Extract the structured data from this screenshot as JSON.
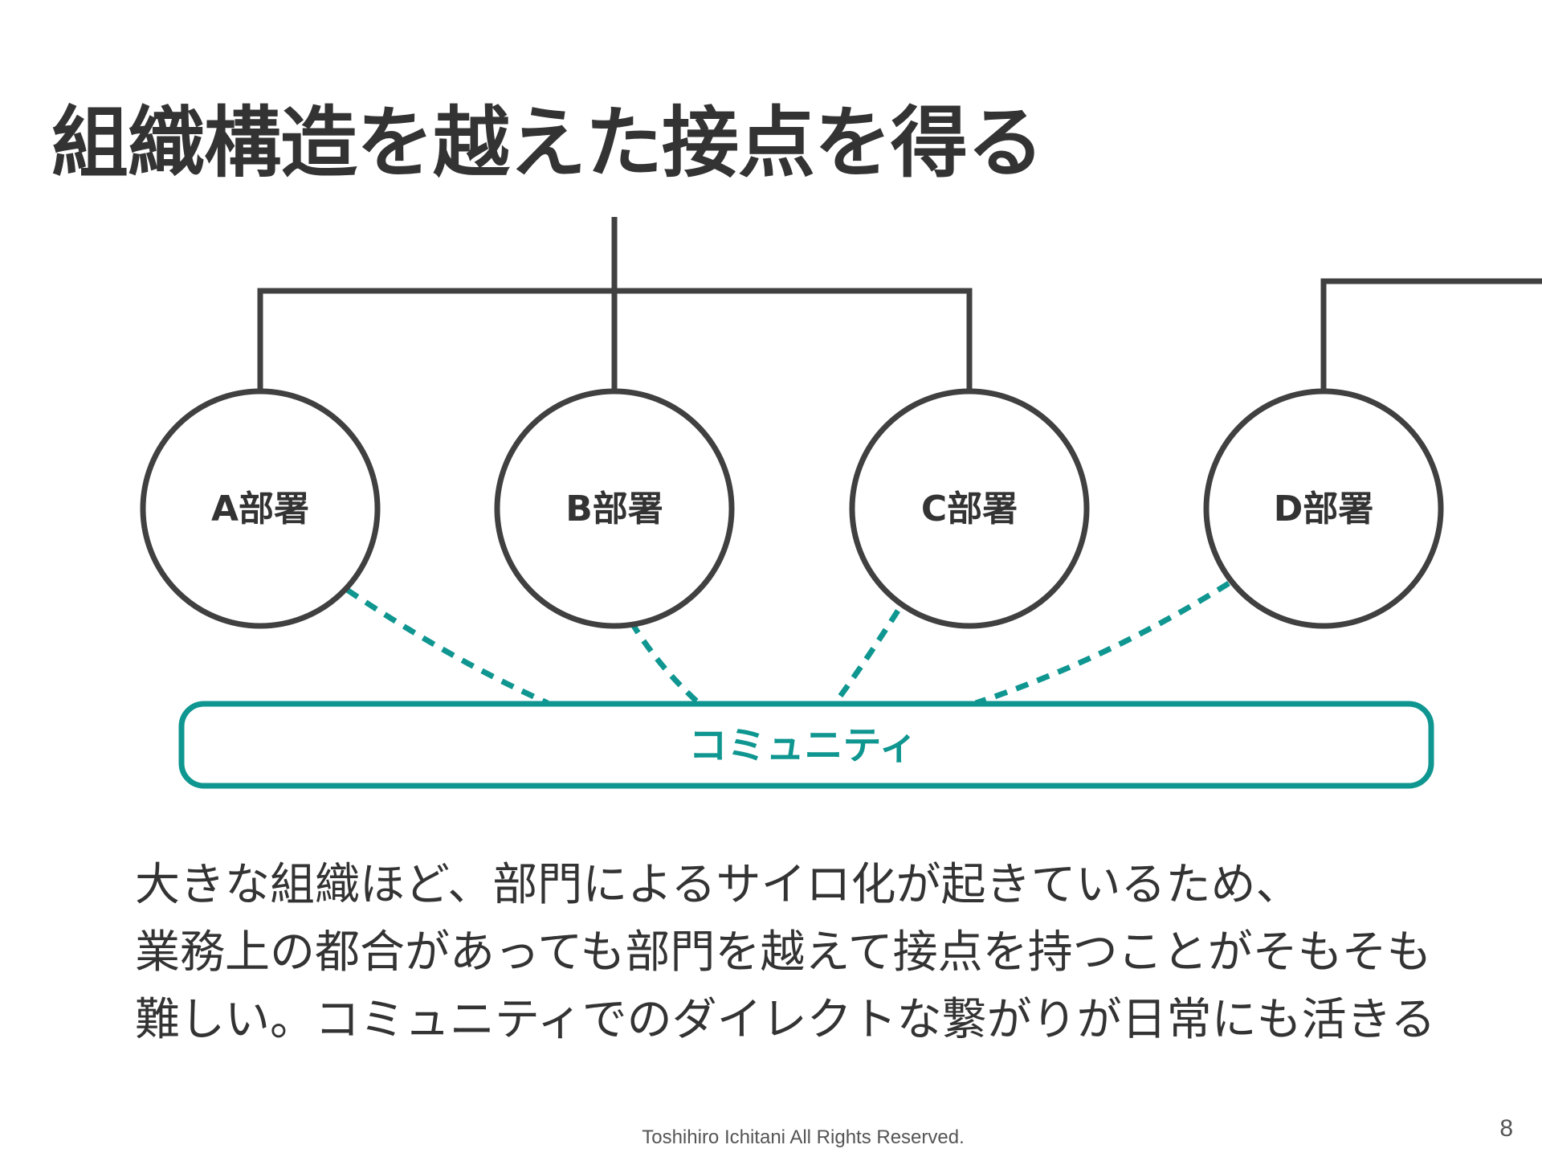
{
  "slide": {
    "title": "組織構造を越えた接点を得る",
    "departments": [
      {
        "label": "A部署"
      },
      {
        "label": "B部署"
      },
      {
        "label": "C部署"
      },
      {
        "label": "D部署"
      }
    ],
    "community_label": "コミュニティ",
    "body_lines": [
      "大きな組織ほど、部門によるサイロ化が起きているため、",
      "業務上の都合があっても部門を越えて接点を持つことがそもそも",
      "難しい。コミュニティでのダイレクトな繋がりが日常にも活きる"
    ],
    "footer": "Toshihiro Ichitani All Rights Reserved.",
    "page_number": "8"
  },
  "colors": {
    "ink": "#404040",
    "accent": "#0f9690",
    "text": "#333333"
  }
}
